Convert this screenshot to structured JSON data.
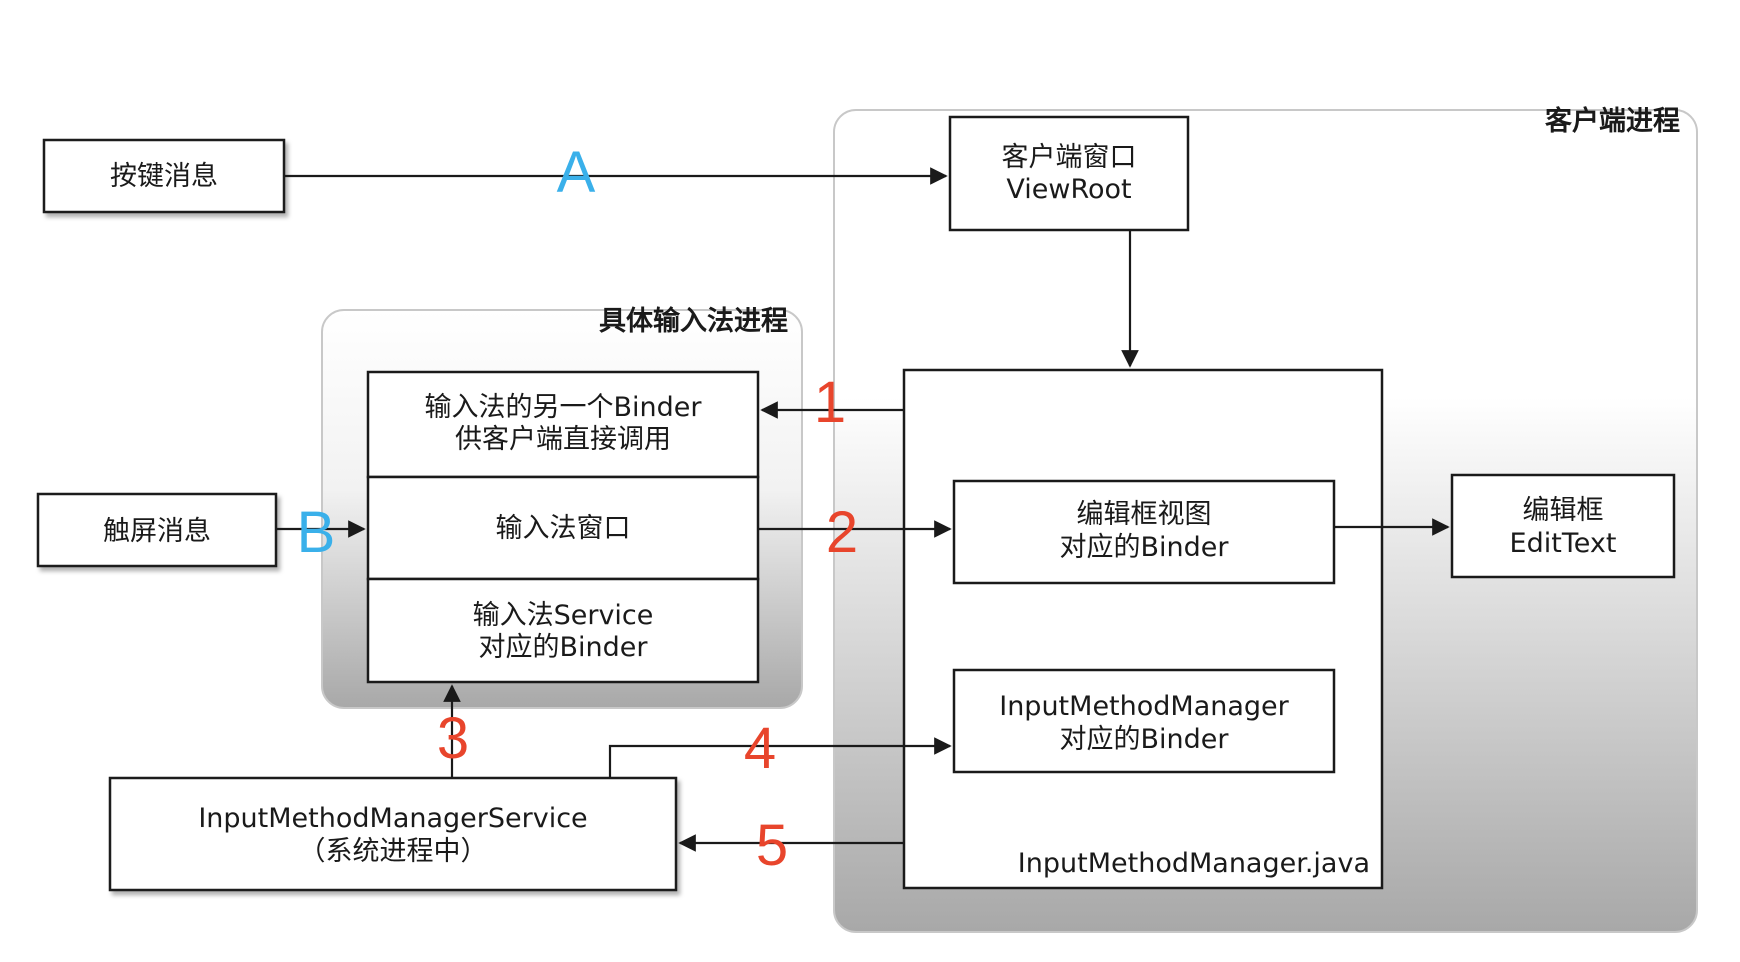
{
  "groups": {
    "client_process": "客户端进程",
    "ime_process": "具体输入法进程"
  },
  "boxes": {
    "key_message": "按键消息",
    "touch_message": "触屏消息",
    "client_window": [
      "客户端窗口",
      "ViewRoot"
    ],
    "ime_binder_other": [
      "输入法的另一个Binder",
      "供客户端直接调用"
    ],
    "ime_window": "输入法窗口",
    "ime_service_binder": [
      "输入法Service",
      "对应的Binder"
    ],
    "editor_view_binder": [
      "编辑框视图",
      "对应的Binder"
    ],
    "edit_text": [
      "编辑框",
      "EditText"
    ],
    "imm_binder": [
      "InputMethodManager",
      "对应的Binder"
    ],
    "imms": [
      "InputMethodManagerService",
      "（系统进程中）"
    ],
    "imm_java": "InputMethodManager.java"
  },
  "markers": {
    "A": "A",
    "B": "B",
    "one": "1",
    "two": "2",
    "three": "3",
    "four": "4",
    "five": "5"
  },
  "colors": {
    "red_marker": "#e8452c",
    "blue_marker": "#3ab0ea",
    "box_border": "#1a1a1a",
    "group_shade": "#b4b4b4"
  }
}
